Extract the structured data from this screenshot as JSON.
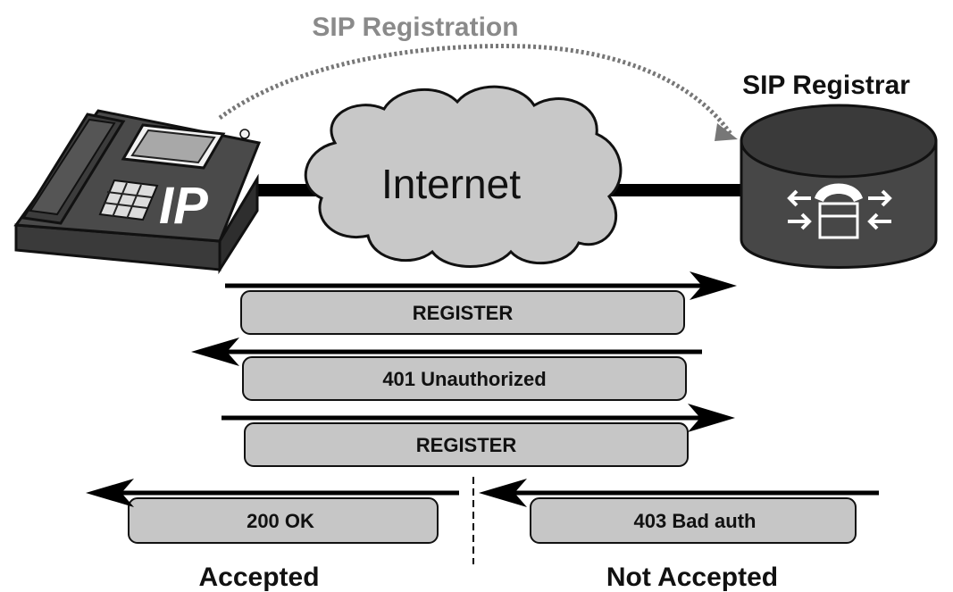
{
  "diagram": {
    "top_label": "SIP Registration",
    "server_label": "SIP Registrar",
    "network_label": "Internet",
    "phone_mark": "IP",
    "messages": [
      {
        "label": "REGISTER",
        "direction": "to-registrar"
      },
      {
        "label": "401 Unauthorized",
        "direction": "to-phone"
      },
      {
        "label": "REGISTER",
        "direction": "to-registrar"
      }
    ],
    "outcomes": [
      {
        "response": "200 OK",
        "caption": "Accepted",
        "direction": "to-phone"
      },
      {
        "response": "403 Bad auth",
        "caption": "Not Accepted",
        "direction": "to-phone"
      }
    ]
  },
  "colors": {
    "message_box": "#c6c6c6",
    "cloud": "#c8c8c8",
    "device": "#474747",
    "top_label": "#8a8a8a",
    "ink": "#111111"
  }
}
